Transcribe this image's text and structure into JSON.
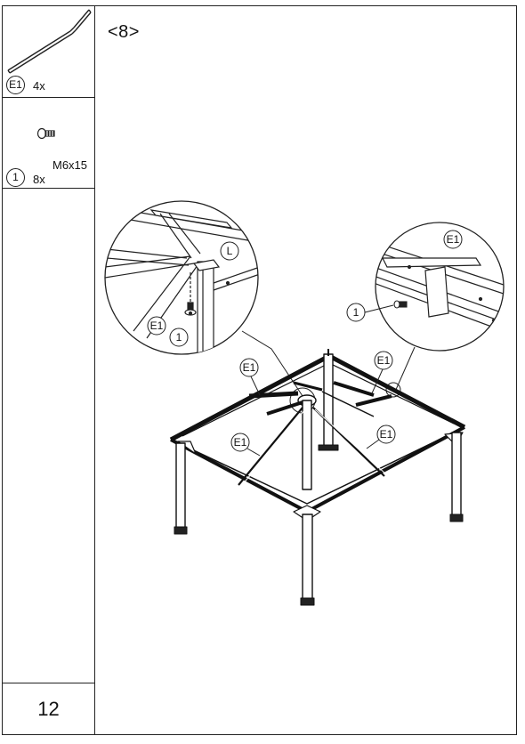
{
  "step": {
    "label": "<8>"
  },
  "parts": [
    {
      "id": "E1",
      "quantity": "4x",
      "icon": "pole-icon"
    },
    {
      "id": "1",
      "quantity": "8x",
      "spec": "M6x15",
      "icon": "bolt-icon"
    }
  ],
  "page": {
    "number": "12"
  },
  "callouts": {
    "left_detail": {
      "part": "E1",
      "bolt": "1",
      "connector": "L"
    },
    "right_detail": {
      "part": "E1",
      "bolt": "1"
    },
    "main": [
      "E1",
      "E1",
      "E1",
      "E1"
    ]
  }
}
